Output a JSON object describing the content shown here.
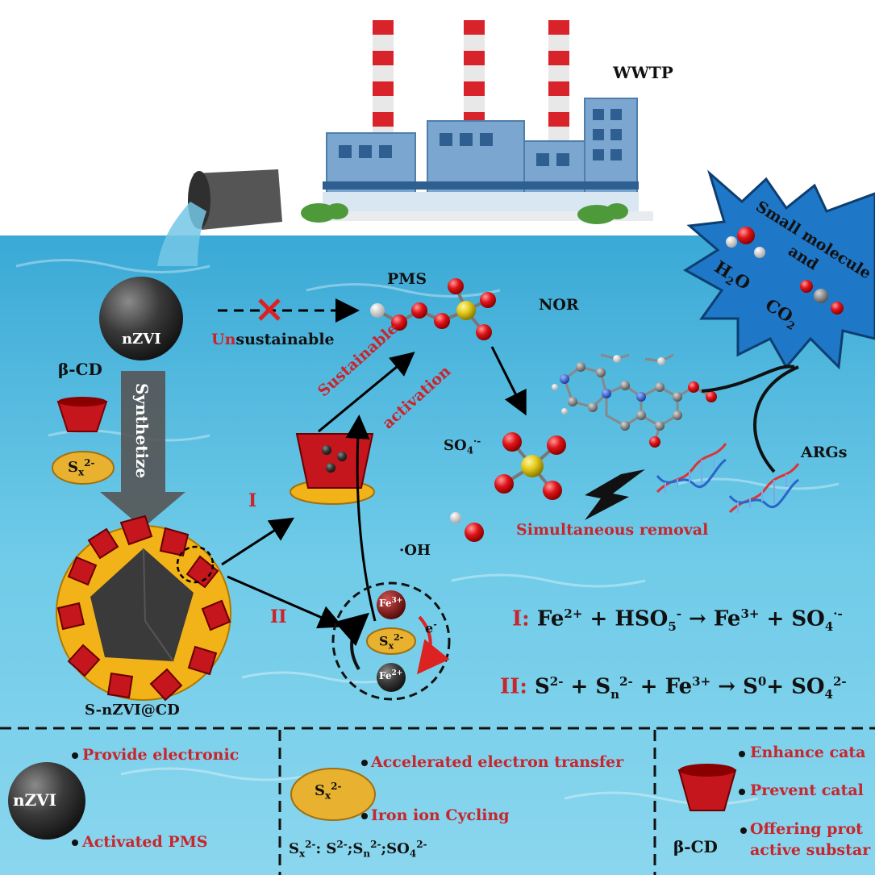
{
  "top": {
    "wwtp_label": "WWTP"
  },
  "starburst": {
    "line1": "Small molecule",
    "line2": "and",
    "h2o": "H",
    "h2o_sub": "2",
    "h2o_end": "O",
    "co2": "CO",
    "co2_sub": "2"
  },
  "flow": {
    "nzvi": "nZVI",
    "unsustainable_prefix": "Un",
    "unsustainable_rest": "sustainable",
    "pms": "PMS",
    "nor": "NOR",
    "beta_cd": "β-CD",
    "synthetize": "Synthetize",
    "sx": "S",
    "sx_sub": "x",
    "sx_sup": "2-",
    "sustainable": "Sustainable",
    "activation": "activation",
    "so4": "SO",
    "so4_sub": "4",
    "so4_sup": "·-",
    "oh": "·OH",
    "args": "ARGs",
    "simultaneous": "Simultaneous removal",
    "route1": "I",
    "route2": "II",
    "composite": "S-nZVI@CD",
    "fe3": "Fe",
    "fe3_sup": "3+",
    "fe2": "Fe",
    "fe2_sup": "2+",
    "electron": "e",
    "electron_sup": "-"
  },
  "equations": {
    "eq1_label": "I:",
    "eq1_a": "Fe",
    "eq1_a_sup": "2+",
    "eq1_b": " + HSO",
    "eq1_b_sub": "5",
    "eq1_b_sup": "-",
    "eq1_arrow": " → ",
    "eq1_c": "Fe",
    "eq1_c_sup": "3+",
    "eq1_d": " + SO",
    "eq1_d_sub": "4",
    "eq1_d_sup": "·-",
    "eq2_label": "II:",
    "eq2_a": "S",
    "eq2_a_sup": "2-",
    "eq2_b": " + S",
    "eq2_b_sub": "n",
    "eq2_b_sup": "2-",
    "eq2_c": " + Fe",
    "eq2_c_sup": "3+",
    "eq2_arrow": " → ",
    "eq2_d": "S",
    "eq2_d_sup": "0",
    "eq2_e": "+ SO",
    "eq2_e_sub": "4",
    "eq2_e_sup": "2-"
  },
  "legend": {
    "nzvi_label": "nZVI",
    "nzvi_b1": "Provide electronic",
    "nzvi_b2": "Activated PMS",
    "sx_b1": "Accelerated electron transfer",
    "sx_b2": "Iron ion Cycling",
    "sx_def_a": "S",
    "sx_def_a_sub": "x",
    "sx_def_a_sup": "2-",
    "sx_def_b": ": S",
    "sx_def_b_sup": "2-",
    "sx_def_c": ";S",
    "sx_def_c_sub": "n",
    "sx_def_c_sup": "2-",
    "sx_def_d": ";SO",
    "sx_def_d_sub": "4",
    "sx_def_d_sup": "2-",
    "cd_b1": "Enhance cata",
    "cd_b2": "Prevent catal",
    "cd_b3a": "Offering prot",
    "cd_b3b": "active substar",
    "cd_label": "β-CD"
  },
  "colors": {
    "red_text": "#c8252c",
    "dark_text": "#111111",
    "water": "#5fc3e3",
    "iron": "#3a3a3a",
    "cyclodextrin": "#c4161c",
    "sulfide": "#f0b020",
    "starburst": "#1f77c8"
  }
}
